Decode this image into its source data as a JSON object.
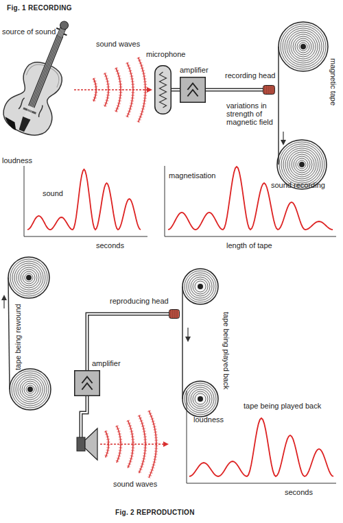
{
  "diagram": {
    "title": "Fig. 1 RECORDING",
    "caption": "Fig. 2 REPRODUCTION",
    "nodes": [
      {
        "text": [
          "microphone"
        ]
      },
      {
        "text": [
          "amplifier"
        ]
      },
      {
        "text": [
          "recording head"
        ]
      },
      {
        "text": [
          "reproducing head"
        ]
      },
      {
        "text": [
          "amplifier"
        ]
      }
    ],
    "edges": [
      {
        "from": 0,
        "to": 1,
        "arrow": "none"
      },
      {
        "from": 1,
        "to": 2,
        "arrow": "none"
      },
      {
        "from": 3,
        "to": 4,
        "arrow": "none"
      }
    ],
    "labels": [
      "source of sound",
      "sound waves",
      "variations in strength of magnetic field",
      "magnetic tape",
      "loudness",
      "sound",
      "seconds",
      "magnetisation",
      "sound recording",
      "length of tape",
      "tape being rewound",
      "tape being played back",
      "sound waves",
      "loudness",
      "tape being played back",
      "seconds"
    ]
  }
}
